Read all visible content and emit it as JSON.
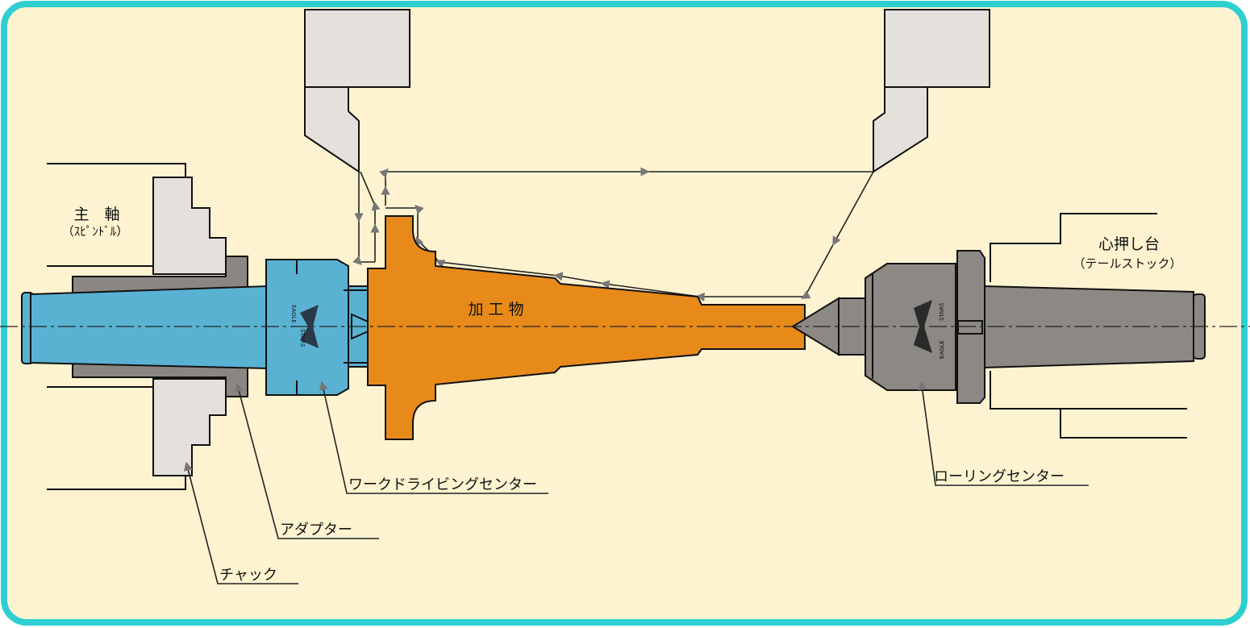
{
  "labels": {
    "spindle": "主　軸",
    "spindle_reading": "（ｽﾋﾟﾝﾄﾞﾙ）",
    "tailstock": "心押し台",
    "tailstock_reading": "（テールストック）",
    "workpiece": "加 工 物",
    "work_driving_center": "ワークドライビングセンター",
    "rolling_center": "ローリングセンター",
    "adapter": "アダプター",
    "chuck": "チャック"
  },
  "logo": {
    "brand_top": "EAGLE",
    "brand_bottom": "STARS"
  },
  "colors": {
    "border": "#2ecfd0",
    "background": "#fdf3d0",
    "driving_center": "#5ab2d3",
    "workpiece": "#e88a1a",
    "rolling_center": "#8c8984",
    "chuck": "#e4e1dc",
    "adapter": "#8a8782"
  }
}
